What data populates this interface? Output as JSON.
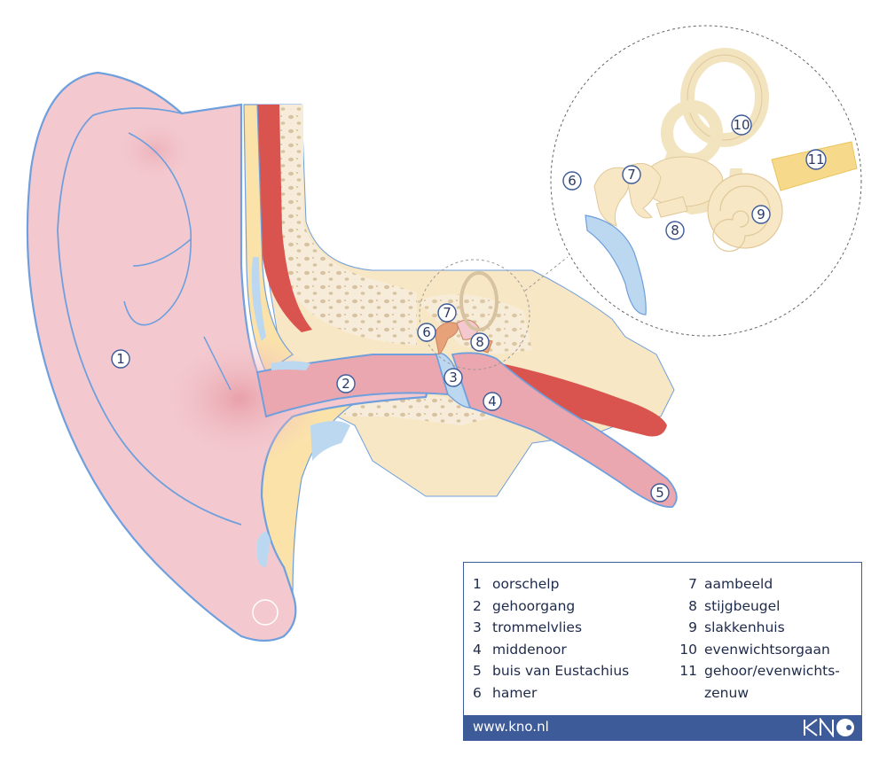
{
  "markers": {
    "m1": "1",
    "m2": "2",
    "m3": "3",
    "m4": "4",
    "m5": "5",
    "m6": "6",
    "m7": "7",
    "m8": "8",
    "d6": "6",
    "d7": "7",
    "d8": "8",
    "d9": "9",
    "d10": "10",
    "d11": "11"
  },
  "legend": {
    "left": [
      {
        "num": "1",
        "text": "oorschelp"
      },
      {
        "num": "2",
        "text": "gehoorgang"
      },
      {
        "num": "3",
        "text": "trommelvlies"
      },
      {
        "num": "4",
        "text": "middenoor"
      },
      {
        "num": "5",
        "text": "buis van Eustachius"
      },
      {
        "num": "6",
        "text": "hamer"
      }
    ],
    "right": [
      {
        "num": "7",
        "text": "aambeeld"
      },
      {
        "num": "8",
        "text": "stijgbeugel"
      },
      {
        "num": "9",
        "text": "slakkenhuis"
      },
      {
        "num": "10",
        "text": "evenwichtsorgaan"
      },
      {
        "num": "11",
        "text": "gehoor/evenwichts-\nzenuw"
      }
    ]
  },
  "footer": {
    "url": "www.kno.nl"
  },
  "colors": {
    "skin": "#f3c9cf",
    "outline": "#6f9fdc",
    "bone": "#f8e7c4",
    "muscle": "#d9534f",
    "cartilage": "#fbe2a8",
    "fluid": "#bcd8f0",
    "brand": "#3d5a99"
  }
}
